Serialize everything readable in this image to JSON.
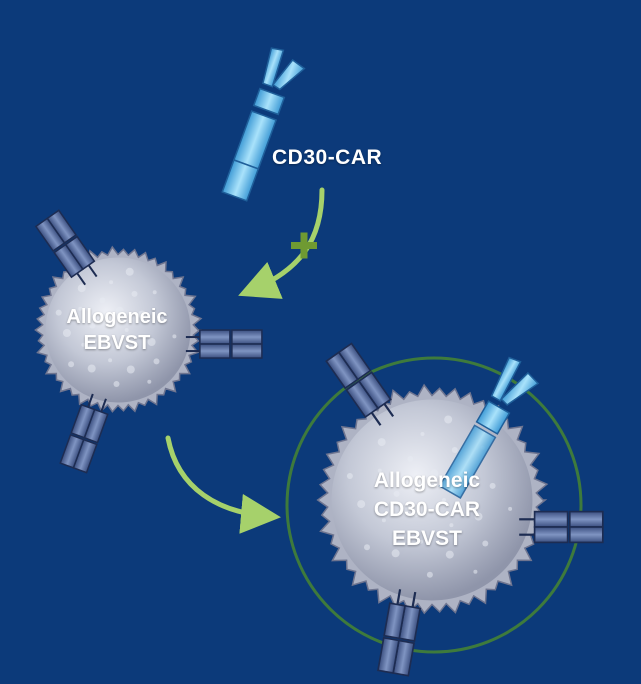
{
  "colors": {
    "background": "#0c3a7a",
    "cell_fill": "#c3c8d6",
    "receptor": "#4a5f92",
    "car_blue": "#6cc2ec",
    "arrow": "#a6d16b",
    "plus": "#6f9a32",
    "ring": "#3e7a3c",
    "text": "#ffffff"
  },
  "icons": [
    "cd30-car-receptor-icon",
    "plus-icon",
    "t-cell-icon",
    "tcr-receptor-icon"
  ],
  "labels": {
    "car": "CD30-CAR",
    "cell1": [
      "Allogeneic",
      "EBVST"
    ],
    "cell2": [
      "Allogeneic",
      "CD30-CAR",
      "EBVST"
    ]
  }
}
